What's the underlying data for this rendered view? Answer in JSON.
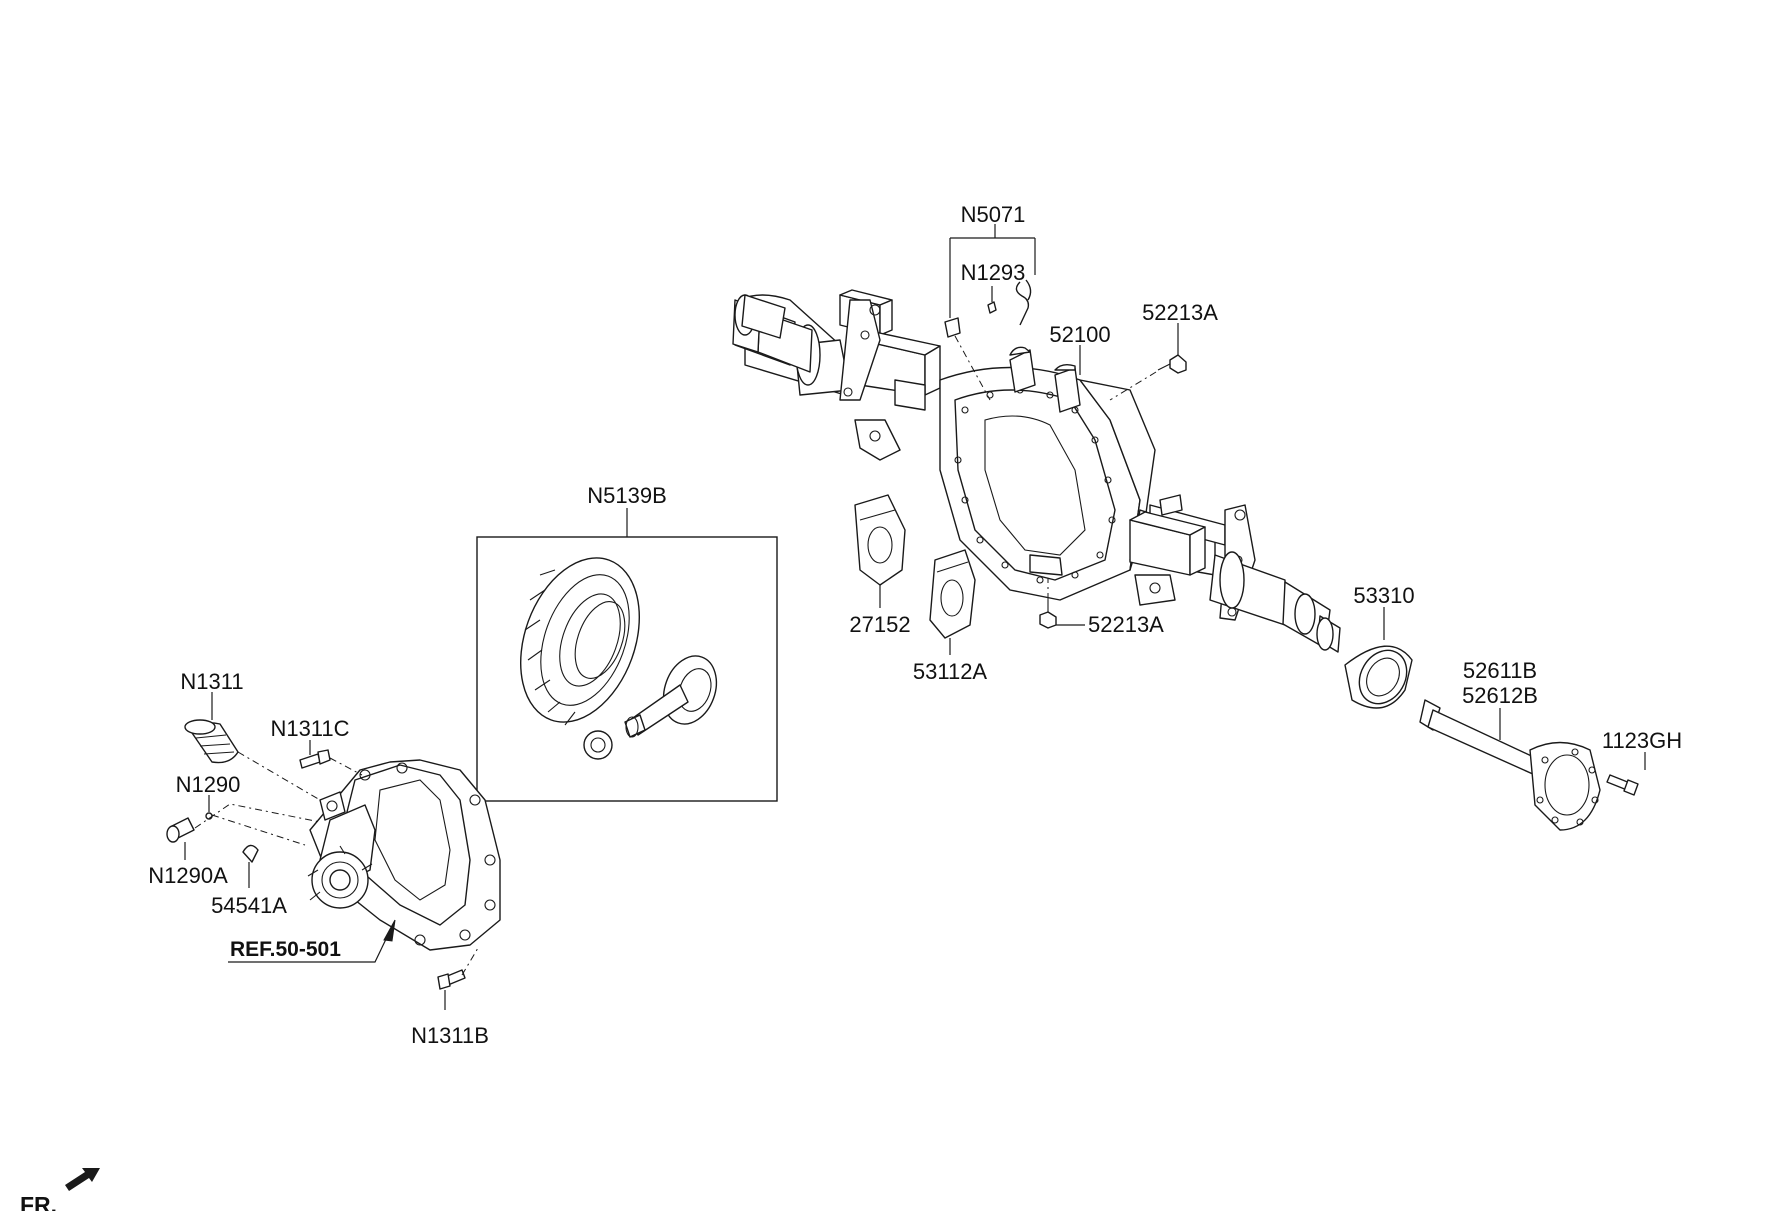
{
  "labels": {
    "n5071": "N5071",
    "n1293": "N1293",
    "p52213a_top": "52213A",
    "p52100": "52100",
    "n5139b": "N5139B",
    "p27152": "27152",
    "p53112a": "53112A",
    "p52213a_bottom": "52213A",
    "p53310": "53310",
    "p52611b": "52611B",
    "p52612b": "52612B",
    "p1123gh": "1123GH",
    "n1311": "N1311",
    "n1311c": "N1311C",
    "n1290": "N1290",
    "n1290a": "N1290A",
    "p54541a": "54541A",
    "ref": "REF.50-501",
    "n1311b": "N1311B",
    "front": "FR."
  }
}
